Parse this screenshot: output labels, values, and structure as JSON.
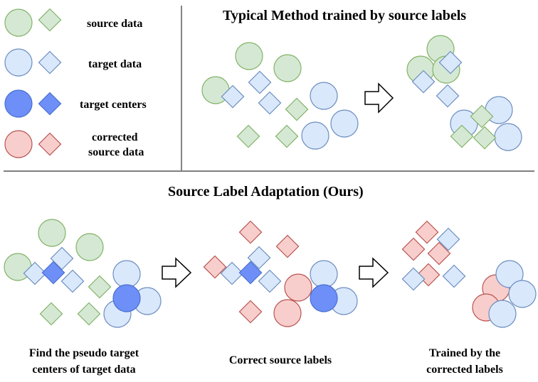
{
  "legend": {
    "source_data": "source data",
    "target_data": "target data",
    "target_centers": "target centers",
    "corrected_line1": "corrected",
    "corrected_line2": "source data"
  },
  "titles": {
    "typical": "Typical Method trained by source labels",
    "ours": "Source Label Adaptation (Ours)"
  },
  "captions": {
    "step1_line1": "Find the pseudo target",
    "step1_line2": "centers of target data",
    "step2": "Correct source labels",
    "step3_line1": "Trained by the",
    "step3_line2": "corrected labels"
  },
  "colors": {
    "source_fill": "#d5e8d4",
    "source_stroke": "#82b366",
    "target_fill": "#dae8fc",
    "target_stroke": "#6c8ebf",
    "center_fill": "#6d8ff7",
    "center_stroke": "#4a6fd0",
    "corrected_fill": "#f8cecc",
    "corrected_stroke": "#b85450",
    "line": "#333333"
  }
}
